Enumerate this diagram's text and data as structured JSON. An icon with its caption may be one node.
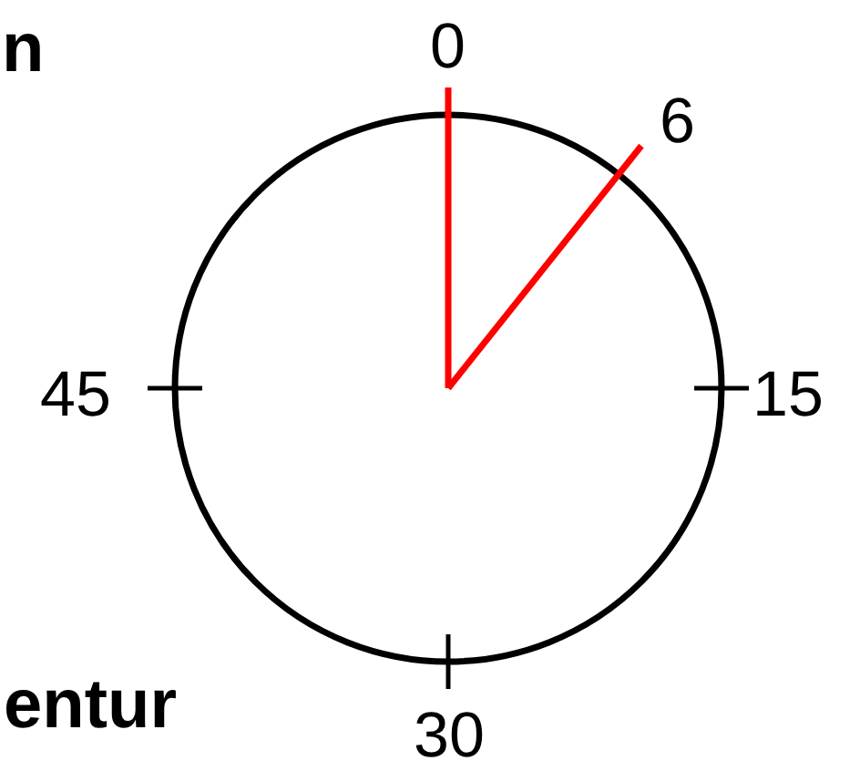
{
  "diagram": {
    "labels": [
      "n",
      "0",
      "6",
      "45",
      "15",
      "entur",
      "30"
    ]
  }
}
